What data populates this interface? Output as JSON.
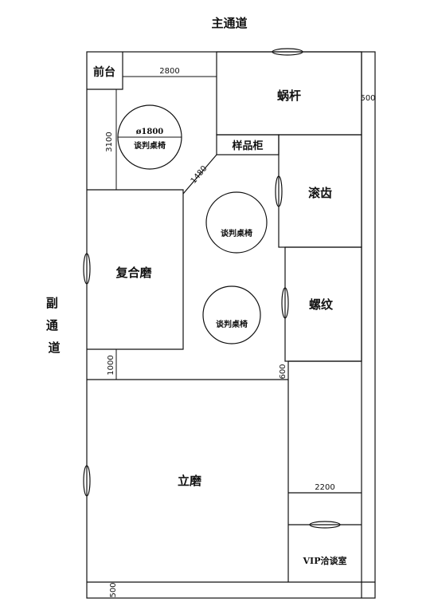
{
  "passages": {
    "main": "主通道",
    "side": "副通道"
  },
  "rooms": {
    "reception": "前台",
    "worm": "蜗杆",
    "sample_cabinet": "样品柜",
    "hobbing": "滚齿",
    "composite_grinding": "复合磨",
    "thread": "螺纹",
    "vertical_grinding": "立磨",
    "vip": "VIP洽谈室"
  },
  "tables": {
    "round_large_diameter": "ø1800",
    "round_large": "谈判桌椅",
    "round_mid": "谈判桌椅",
    "round_low": "谈判桌椅"
  },
  "dimensions": {
    "reception_width": "2800",
    "table_area_height": "3100",
    "diagonal": "1480",
    "corridor_right": "500",
    "bottom_margin": "500",
    "composite_gap": "1000",
    "right_gap": "600",
    "vip_width": "2200"
  }
}
